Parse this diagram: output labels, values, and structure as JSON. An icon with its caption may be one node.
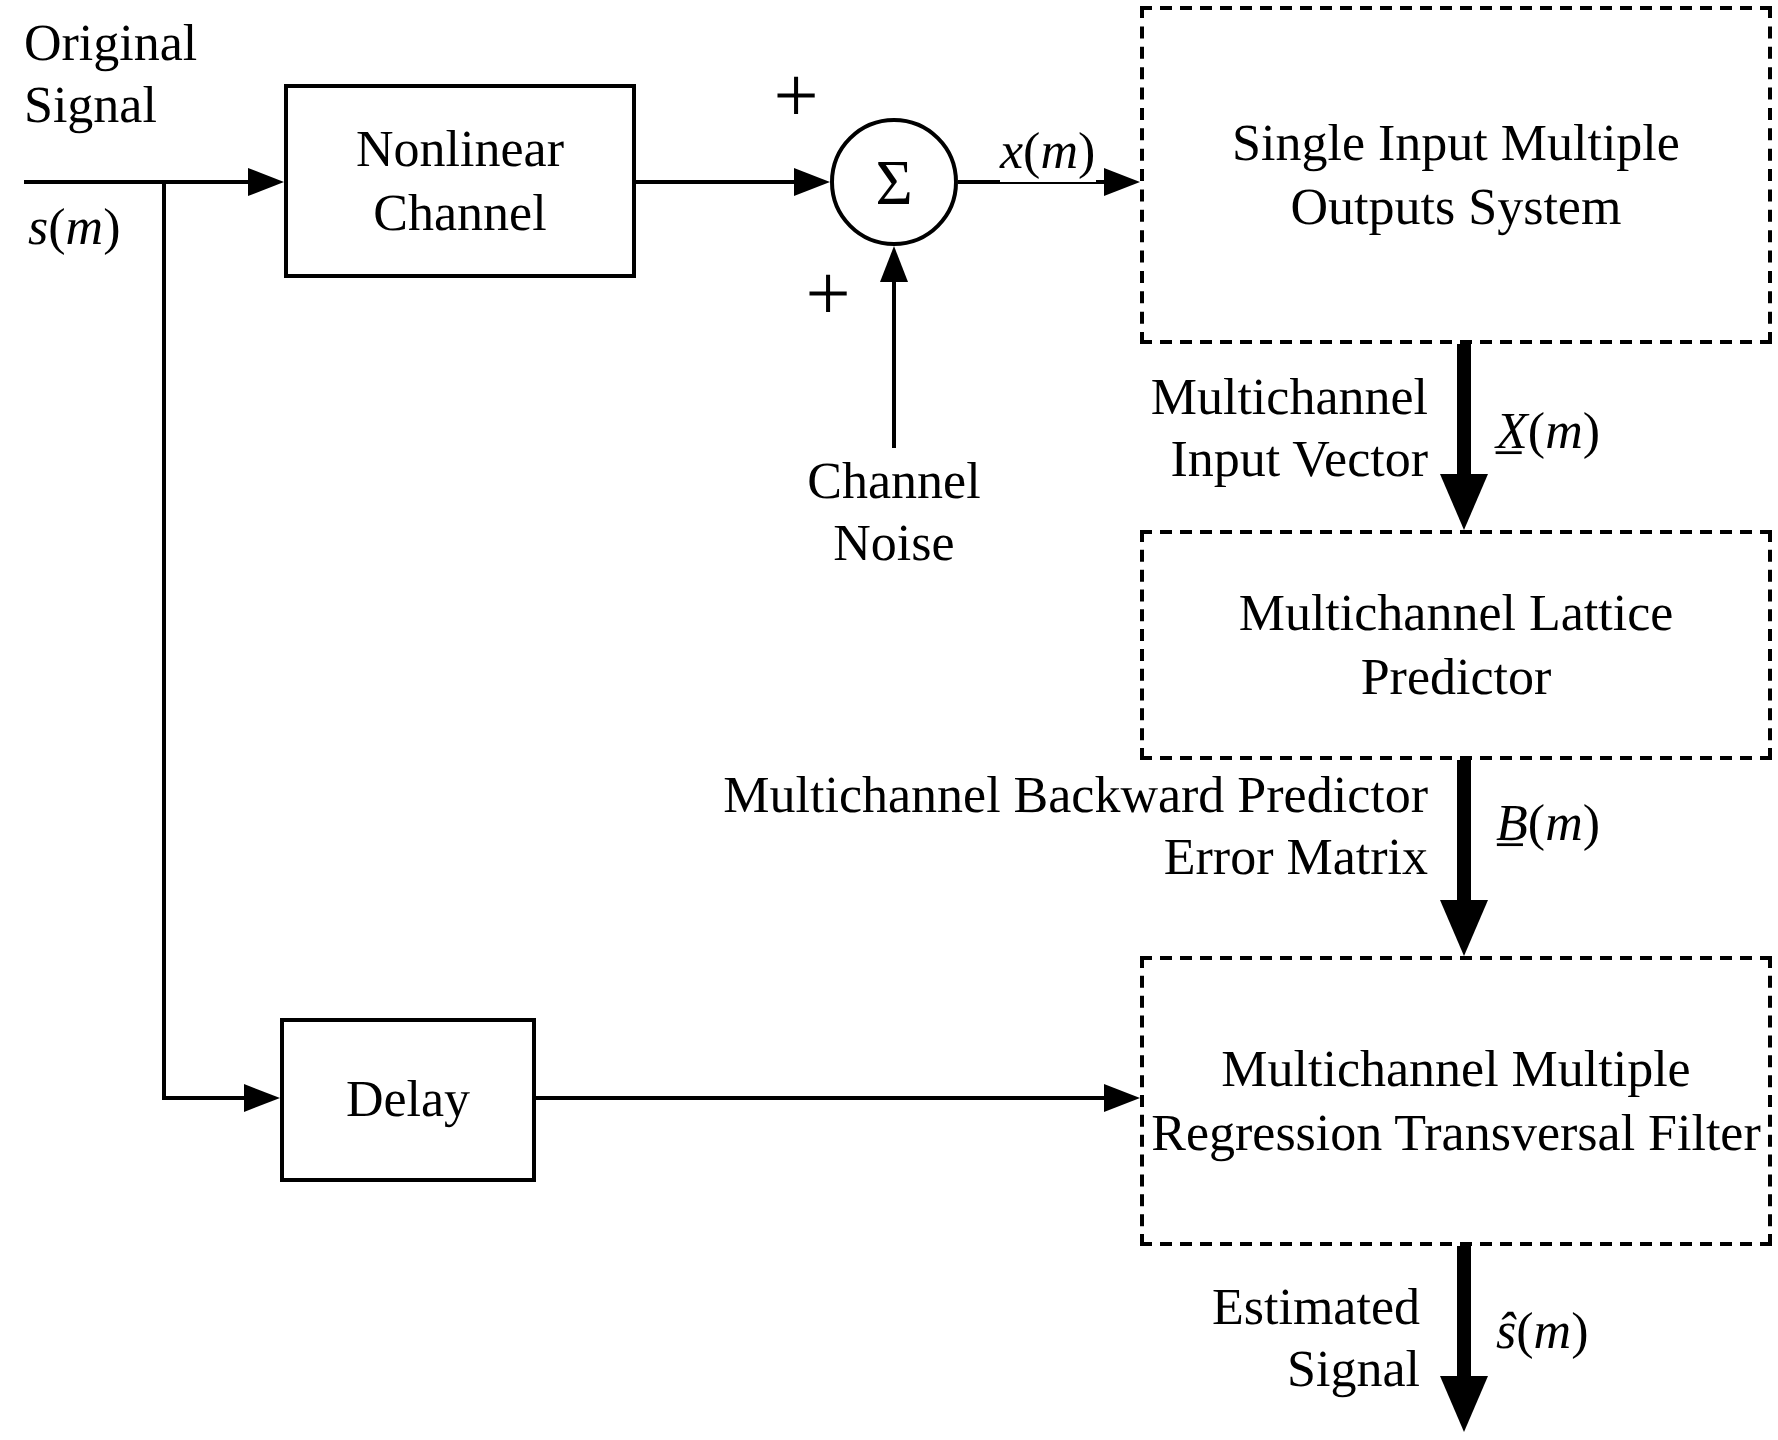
{
  "diagram": {
    "nodes": [
      {
        "text": [
          "Nonlinear Channel"
        ]
      },
      {
        "text": [
          "Σ"
        ]
      },
      {
        "text": [
          "Channel Noise"
        ]
      },
      {
        "text": [
          "Single Input Multiple Outputs System"
        ]
      },
      {
        "text": [
          "Multichannel Lattice Predictor"
        ]
      },
      {
        "text": [
          "Delay"
        ]
      },
      {
        "text": [
          "Multichannel Multiple Regression Transversal Filter"
        ]
      }
    ],
    "edges": [
      {
        "from": null,
        "to": 0,
        "arrow": "to"
      },
      {
        "from": null,
        "to": 5,
        "arrow": "to"
      },
      {
        "from": 0,
        "to": 1,
        "arrow": "to"
      },
      {
        "from": 2,
        "to": 1,
        "arrow": "to"
      },
      {
        "from": 1,
        "to": 3,
        "arrow": "to",
        "label": "*x*(*m*)"
      },
      {
        "from": 3,
        "to": 4,
        "arrow": "to",
        "style": "thick",
        "label": "*X̲*(*m*)"
      },
      {
        "from": 4,
        "to": 6,
        "arrow": "to",
        "style": "thick",
        "label": "*B̲*(*m*)"
      },
      {
        "from": 6,
        "to": null,
        "arrow": "to",
        "style": "thick",
        "label": "*ŝ*(*m*)"
      },
      {
        "from": 5,
        "to": 6,
        "arrow": "to"
      }
    ],
    "labels": [
      "Original Signal",
      "*s*(*m*)",
      "+",
      "+",
      "Multichannel Input Vector",
      "Multichannel Backward Predictor Error Matrix",
      "Estimated Signal"
    ]
  }
}
